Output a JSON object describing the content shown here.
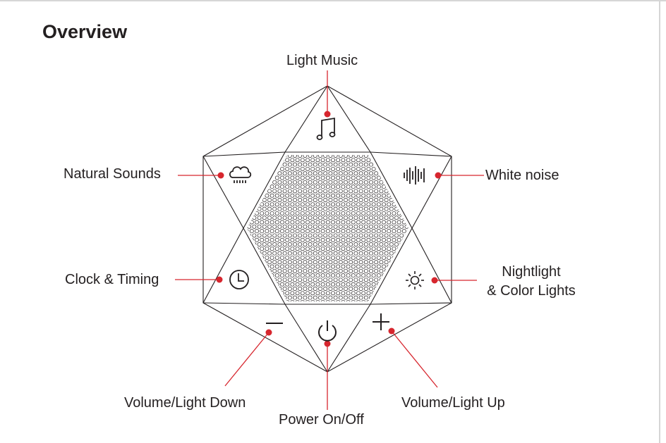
{
  "title": "Overview",
  "labels": {
    "light_music": "Light Music",
    "natural_sounds": "Natural Sounds",
    "white_noise": "White noise",
    "clock_timing": "Clock & Timing",
    "nightlight_line1": "Nightlight",
    "nightlight_line2": "& Color Lights",
    "volume_down": "Volume/Light Down",
    "power": "Power On/Off",
    "volume_up": "Volume/Light Up"
  },
  "icons": {
    "light_music": "music-note-icon",
    "natural_sounds": "rain-cloud-icon",
    "white_noise": "sound-wave-icon",
    "clock_timing": "clock-icon",
    "nightlight": "sun-icon",
    "volume_down": "minus-icon",
    "power": "power-icon",
    "volume_up": "plus-icon"
  },
  "colors": {
    "callout": "#d7262e",
    "line": "#231f20"
  }
}
